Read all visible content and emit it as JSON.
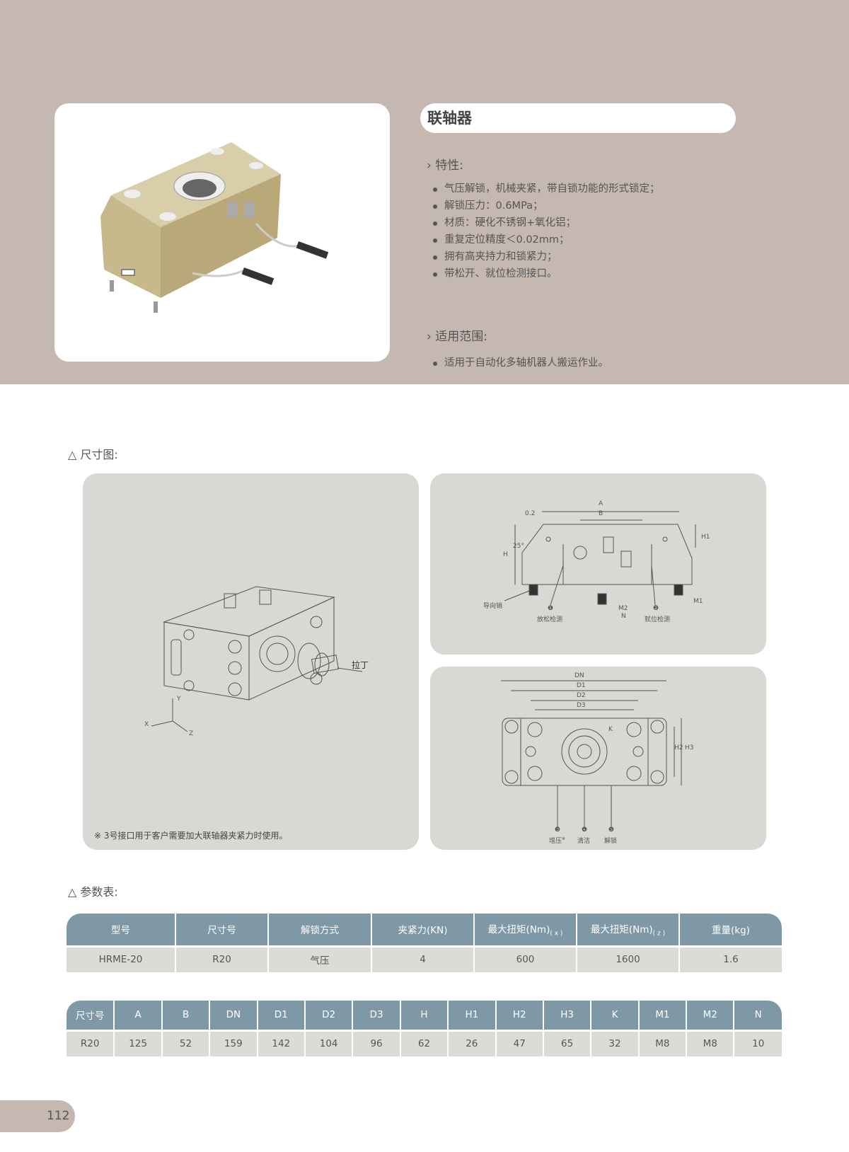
{
  "product": {
    "title": "联轴器",
    "features_heading": "特性:",
    "features": [
      "气压解锁，机械夹紧，带自锁功能的形式锁定；",
      "解锁压力：0.6MPa；",
      "材质：硬化不锈钢+氧化铝；",
      "重复定位精度＜0.02mm；",
      "拥有高夹持力和锁紧力；",
      "带松开、就位检测接口。"
    ],
    "scope_heading": "适用范围:",
    "scope": [
      "适用于自动化多轴机器人搬运作业。"
    ]
  },
  "dimension_section": {
    "label": "尺寸图:",
    "iso_view": {
      "pull_stud_label": "拉丁",
      "axes": [
        "X",
        "Y",
        "Z"
      ],
      "note": "※  3号接口用于客户需要加大联轴器夹紧力时使用。"
    },
    "front_view": {
      "dims": [
        "A",
        "B",
        "H",
        "H1",
        "0.2",
        "25°",
        "M1",
        "M2",
        "N"
      ],
      "guide_pin": "导向销",
      "port1": "放松检测",
      "port2": "就位检测",
      "num1": "❶",
      "num2": "❷"
    },
    "top_view": {
      "dims": [
        "DN",
        "D1",
        "D2",
        "D3",
        "K",
        "H2",
        "H3"
      ],
      "port3": "增压",
      "port3_mark": "※",
      "port4": "清洁",
      "port5": "解锁",
      "num3": "❸",
      "num4": "❹",
      "num5": "❺"
    }
  },
  "params_section": {
    "label": "参数表:",
    "table1": {
      "headers": [
        "型号",
        "尺寸号",
        "解锁方式",
        "夹紧力(KN)",
        "最大扭矩(Nm)",
        "最大扭矩(Nm)",
        "重量(kg)"
      ],
      "header_subs": {
        "4": "( x )",
        "5": "( z )"
      },
      "row": [
        "HRME-20",
        "R20",
        "气压",
        "4",
        "600",
        "1600",
        "1.6"
      ]
    },
    "table2": {
      "headers": [
        "尺寸号",
        "A",
        "B",
        "DN",
        "D1",
        "D2",
        "D3",
        "H",
        "H1",
        "H2",
        "H3",
        "K",
        "M1",
        "M2",
        "N"
      ],
      "row": [
        "R20",
        "125",
        "52",
        "159",
        "142",
        "104",
        "96",
        "62",
        "26",
        "47",
        "65",
        "32",
        "M8",
        "M8",
        "10"
      ]
    }
  },
  "page_number": "112",
  "colors": {
    "band": "#c5b8b0",
    "panel": "#d8d9d4",
    "table_header": "#7f98a5",
    "table_row": "#dcdcd7"
  }
}
